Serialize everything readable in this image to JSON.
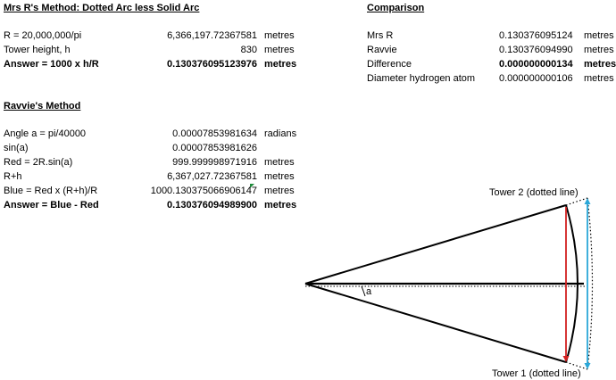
{
  "mrs_r": {
    "heading": "Mrs R's Method: Dotted Arc less Solid Arc",
    "rows": [
      {
        "label": "R = 20,000,000/pi",
        "value": "6,366,197.72367581",
        "unit": "metres"
      },
      {
        "label": "Tower height, h",
        "value": "830",
        "unit": "metres"
      },
      {
        "label": "Answer = 1000 x h/R",
        "value": "0.130376095123976",
        "unit": "metres"
      }
    ]
  },
  "comparison": {
    "heading": "Comparison",
    "rows": [
      {
        "label": "Mrs R",
        "value": "0.130376095124",
        "unit": "metres"
      },
      {
        "label": "Ravvie",
        "value": "0.130376094990",
        "unit": "metres"
      },
      {
        "label": "Difference",
        "value": "0.000000000134",
        "unit": "metres"
      },
      {
        "label": "Diameter hydrogen atom",
        "value": "0.000000000106",
        "unit": "metres"
      }
    ]
  },
  "ravvie": {
    "heading": "Ravvie's Method",
    "rows": [
      {
        "label": "Angle a = pi/40000",
        "value": "0.00007853981634",
        "unit": "radians"
      },
      {
        "label": "sin(a)",
        "value": "0.00007853981626",
        "unit": ""
      },
      {
        "label": "Red = 2R.sin(a)",
        "value": "999.999998971916",
        "unit": "metres"
      },
      {
        "label": "R+h",
        "value": "6,367,027.72367581",
        "unit": "metres"
      },
      {
        "label": "Blue = Red x (R+h)/R",
        "value": "1000.130375066906147",
        "unit": "metres"
      },
      {
        "label": "Answer = Blue - Red",
        "value": "0.130376094989900",
        "unit": "metres"
      }
    ]
  },
  "diagram": {
    "tower2_label": "Tower  2 (dotted line)",
    "tower1_label": "Tower 1 (dotted line)",
    "angle_label": "a",
    "colors": {
      "red_chord": "#d22020",
      "blue_chord": "#2aa7d8",
      "lines": "#000000"
    }
  }
}
